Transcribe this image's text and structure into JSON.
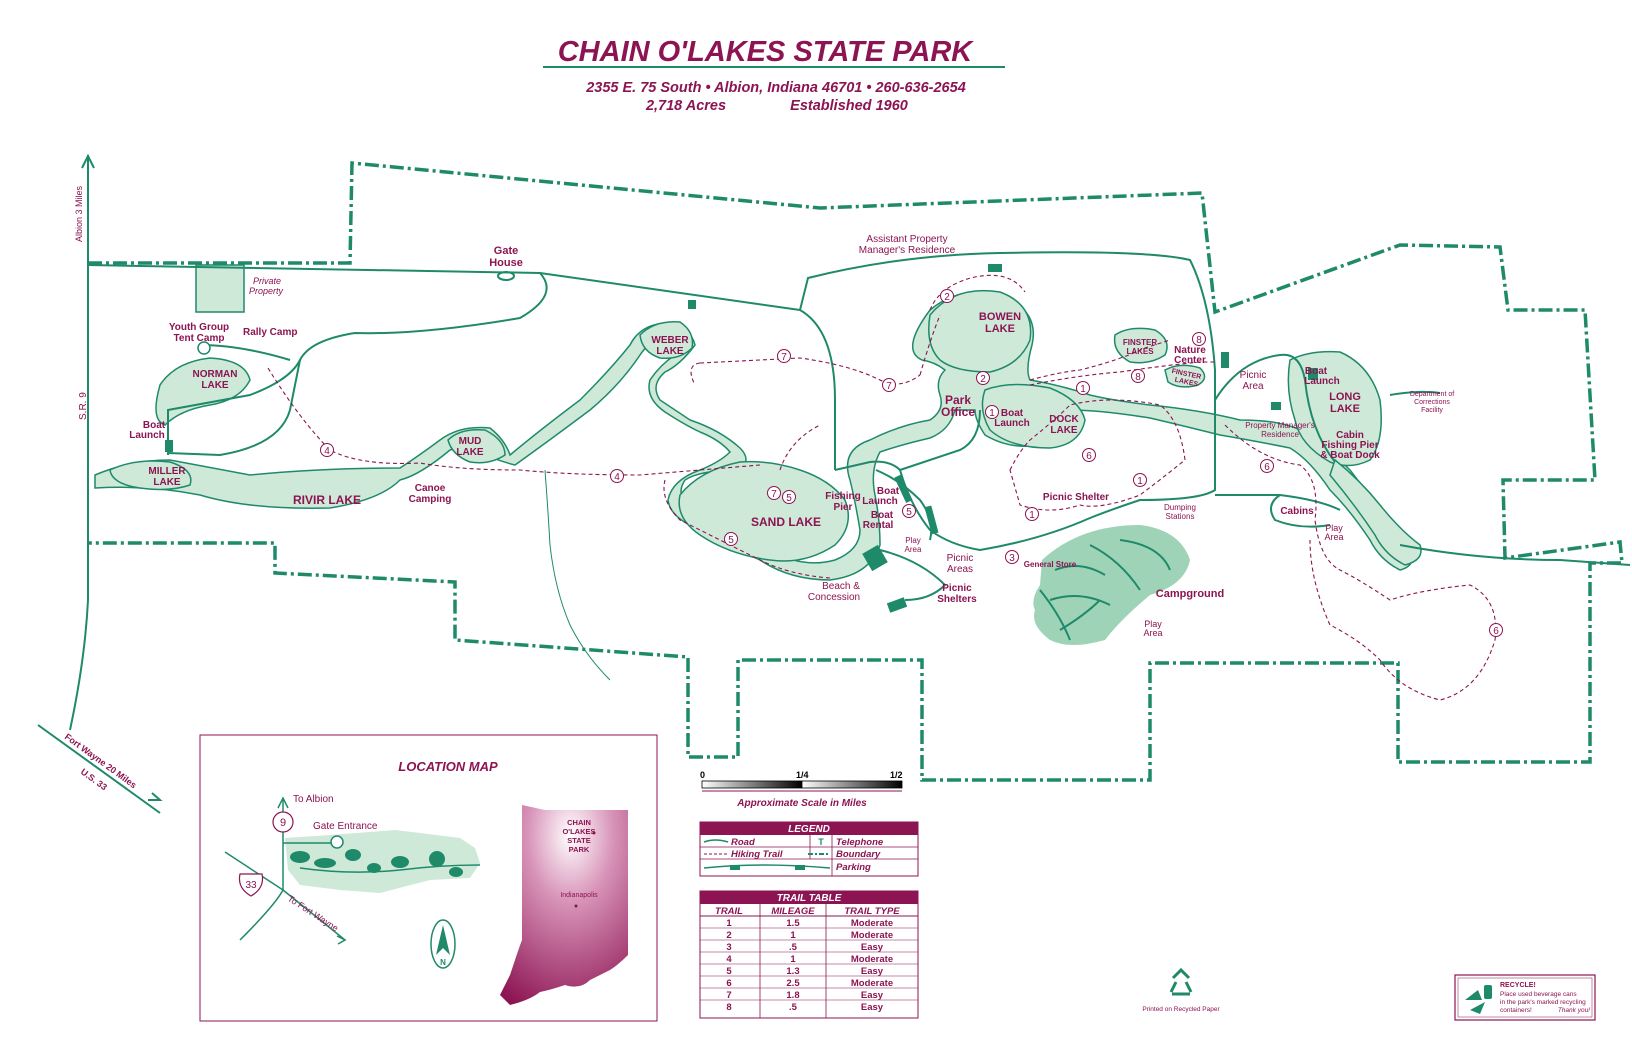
{
  "header": {
    "title": "CHAIN O'LAKES STATE PARK",
    "address": "2355 E. 75 South • Albion, Indiana 46701 • 260-636-2654",
    "acres": "2,718 Acres",
    "established": "Established 1960"
  },
  "roads_text": {
    "albion": "Albion 3 Miles",
    "sr9": "S.R. 9",
    "fort_wayne": "Fort Wayne  20 Miles",
    "us33": "U.S. 33"
  },
  "labels": {
    "private_1": "Private",
    "private_2": "Property",
    "gate_1": "Gate",
    "gate_2": "House",
    "apm_1": "Assistant Property",
    "apm_2": "Manager's Residence",
    "youth_1": "Youth Group",
    "youth_2": "Tent Camp",
    "rally": "Rally Camp",
    "norman_1": "NORMAN",
    "norman_2": "LAKE",
    "boat_1": "Boat",
    "boat_2": "Launch",
    "miller_1": "MILLER",
    "miller_2": "LAKE",
    "rivir": "RIVIR LAKE",
    "mud_1": "MUD",
    "mud_2": "LAKE",
    "canoe_1": "Canoe",
    "canoe_2": "Camping",
    "weber_1": "WEBER",
    "weber_2": "LAKE",
    "sand": "SAND LAKE",
    "fishing_1": "Fishing",
    "fishing_2": "Pier",
    "sboat_1": "Boat",
    "sboat_2": "Launch",
    "rental_1": "Boat",
    "rental_2": "Rental",
    "play_1": "Play",
    "play_2": "Area",
    "beach_1": "Beach &",
    "beach_2": "Concession",
    "pareas_1": "Picnic",
    "pareas_2": "Areas",
    "pshel_1": "Picnic",
    "pshel_2": "Shelters",
    "bowen_1": "BOWEN",
    "bowen_2": "LAKE",
    "office_1": "Park",
    "office_2": "Office",
    "dboat_1": "Boat",
    "dboat_2": "Launch",
    "dock_1": "DOCK",
    "dock_2": "LAKE",
    "finster1_1": "FINSTER",
    "finster1_2": "LAKES",
    "finster2_1": "FINSTER",
    "finster2_2": "LAKES",
    "nature_1": "Nature",
    "nature_2": "Center",
    "pshelter": "Picnic Shelter",
    "dump_1": "Dumping",
    "dump_2": "Stations",
    "store": "General Store",
    "campground": "Campground",
    "cplay_1": "Play",
    "cplay_2": "Area",
    "parea_1": "Picnic",
    "parea_2": "Area",
    "lboat_1": "Boat",
    "lboat_2": "Launch",
    "long_1": "LONG",
    "long_2": "LAKE",
    "pmr_1": "Property Manager's",
    "pmr_2": "Residence",
    "cabin_1": "Cabin",
    "cabin_2": "Fishing Pier",
    "cabin_3": "& Boat Dock",
    "doc_1": "Department of",
    "doc_2": "Corrections",
    "doc_3": "Facility",
    "cabins": "Cabins",
    "eplay_1": "Play",
    "eplay_2": "Area"
  },
  "trail_markers": [
    "1",
    "2",
    "3",
    "4",
    "5",
    "6",
    "7",
    "8"
  ],
  "location_map": {
    "title": "LOCATION MAP",
    "to_albion": "To Albion",
    "gate": "Gate Entrance",
    "to_fw": "To Fort Wayne",
    "rt9": "9",
    "rt33": "33",
    "north": "N",
    "state_label_1": "CHAIN",
    "state_label_2": "O'LAKES",
    "state_label_3": "STATE",
    "state_label_4": "PARK",
    "indianapolis": "Indianapolis"
  },
  "scale": {
    "s0": "0",
    "s1": "1/4",
    "s2": "1/2",
    "caption": "Approximate Scale in Miles"
  },
  "legend": {
    "title": "LEGEND",
    "road": "Road",
    "hiking": "Hiking Trail",
    "telephone_sym": "T",
    "telephone": "Telephone",
    "boundary": "Boundary",
    "parking": "Parking"
  },
  "trail_table": {
    "title": "TRAIL TABLE",
    "headers": [
      "TRAIL",
      "MILEAGE",
      "TRAIL TYPE"
    ],
    "rows": [
      [
        "1",
        "1.5",
        "Moderate"
      ],
      [
        "2",
        "1",
        "Moderate"
      ],
      [
        "3",
        ".5",
        "Easy"
      ],
      [
        "4",
        "1",
        "Moderate"
      ],
      [
        "5",
        "1.3",
        "Easy"
      ],
      [
        "6",
        "2.5",
        "Moderate"
      ],
      [
        "7",
        "1.8",
        "Easy"
      ],
      [
        "8",
        ".5",
        "Easy"
      ]
    ]
  },
  "recycled_paper": "Printed on Recycled Paper",
  "recycle": {
    "title": "RECYCLE!",
    "line1": "Place used beverage cans",
    "line2": "in the park's marked recycling",
    "line3": "containers!",
    "thanks": "Thank you!"
  },
  "colors": {
    "brand": "#8c1452",
    "park_green": "#1f8a6a",
    "water": "#cfe9d9"
  }
}
